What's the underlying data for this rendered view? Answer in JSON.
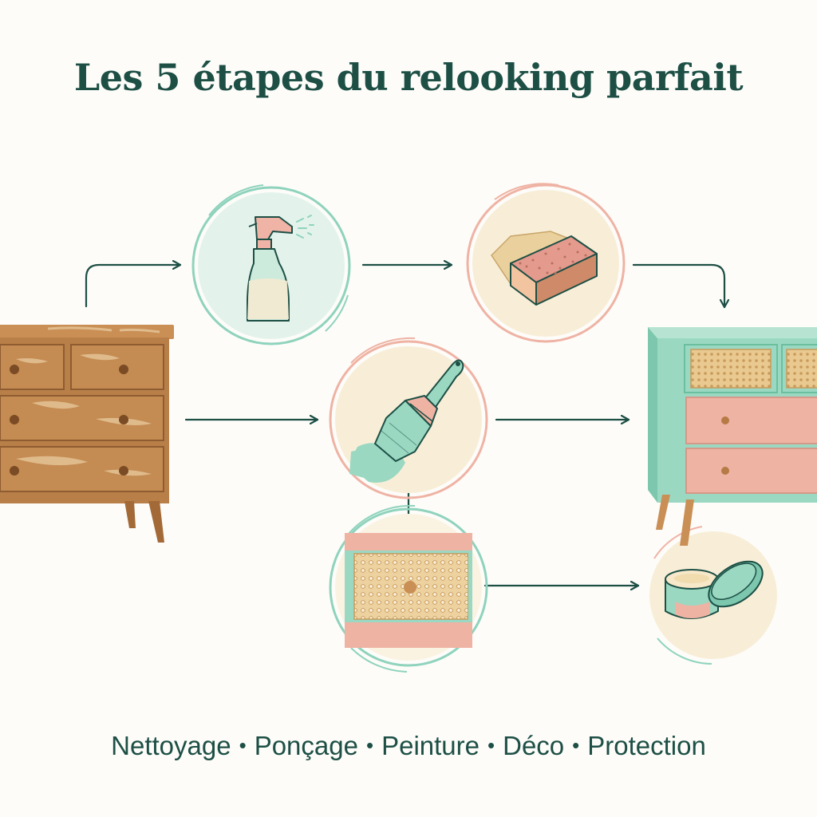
{
  "title": "Les 5 étapes du relooking parfait",
  "steps": [
    "Nettoyage",
    "Ponçage",
    "Peinture",
    "Déco",
    "Protection"
  ],
  "separator": "•",
  "icons": {
    "before": "worn-dresser-icon",
    "step1": "spray-bottle-icon",
    "step2": "sanding-block-icon",
    "step3": "paintbrush-icon",
    "step4": "cane-drawer-icon",
    "step5": "wax-jar-icon",
    "after": "renovated-dresser-icon"
  },
  "colors": {
    "text": "#1d4f45",
    "mint": "#8fd3bd",
    "pink": "#efb3a4",
    "wood": "#c0894f",
    "cream": "#f6ecd4"
  }
}
